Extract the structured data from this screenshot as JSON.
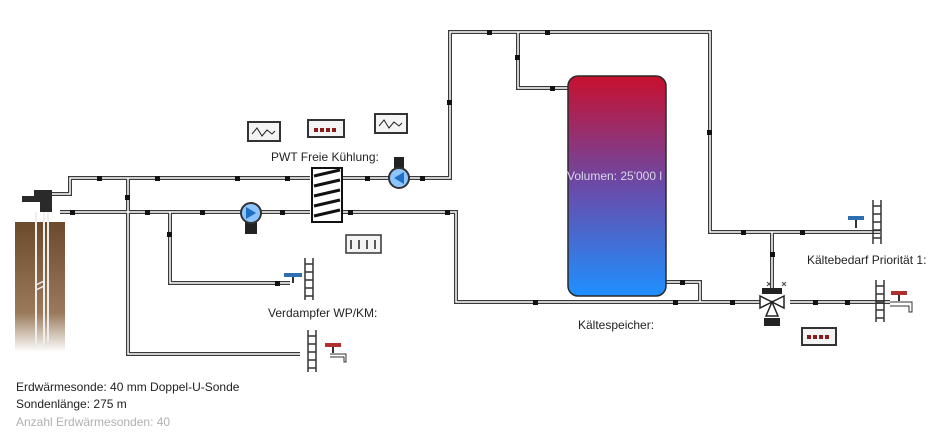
{
  "labels": {
    "pwt": "PWT Freie Kühlung:",
    "verdampfer": "Verdampfer WP/KM:",
    "kaeltespeicher": "Kältespeicher:",
    "kaeltebedarf": "Kältebedarf Priorität 1:",
    "volumen": "Volumen: 25'000 l"
  },
  "info": {
    "line1": "Erdwärmesonde: 40 mm Doppel-U-Sonde",
    "line2": "Sondenlänge: 275 m",
    "line3": "Anzahl Erdwärmesonden: 40"
  },
  "colors": {
    "pipe": "#3a3a3a",
    "tank_top": "#c8102e",
    "tank_bottom": "#1e90ff",
    "pump": "#2e86de",
    "valve_red": "#b03030",
    "valve_blue": "#2e6fb0",
    "ground": "#7a5a3a"
  },
  "icons": [
    "trend-display-icon",
    "counter-display-icon",
    "pump-icon",
    "heat-exchanger-icon",
    "mixing-valve-icon",
    "hand-valve-icon",
    "collector-icon",
    "setpoint-panel-icon"
  ]
}
